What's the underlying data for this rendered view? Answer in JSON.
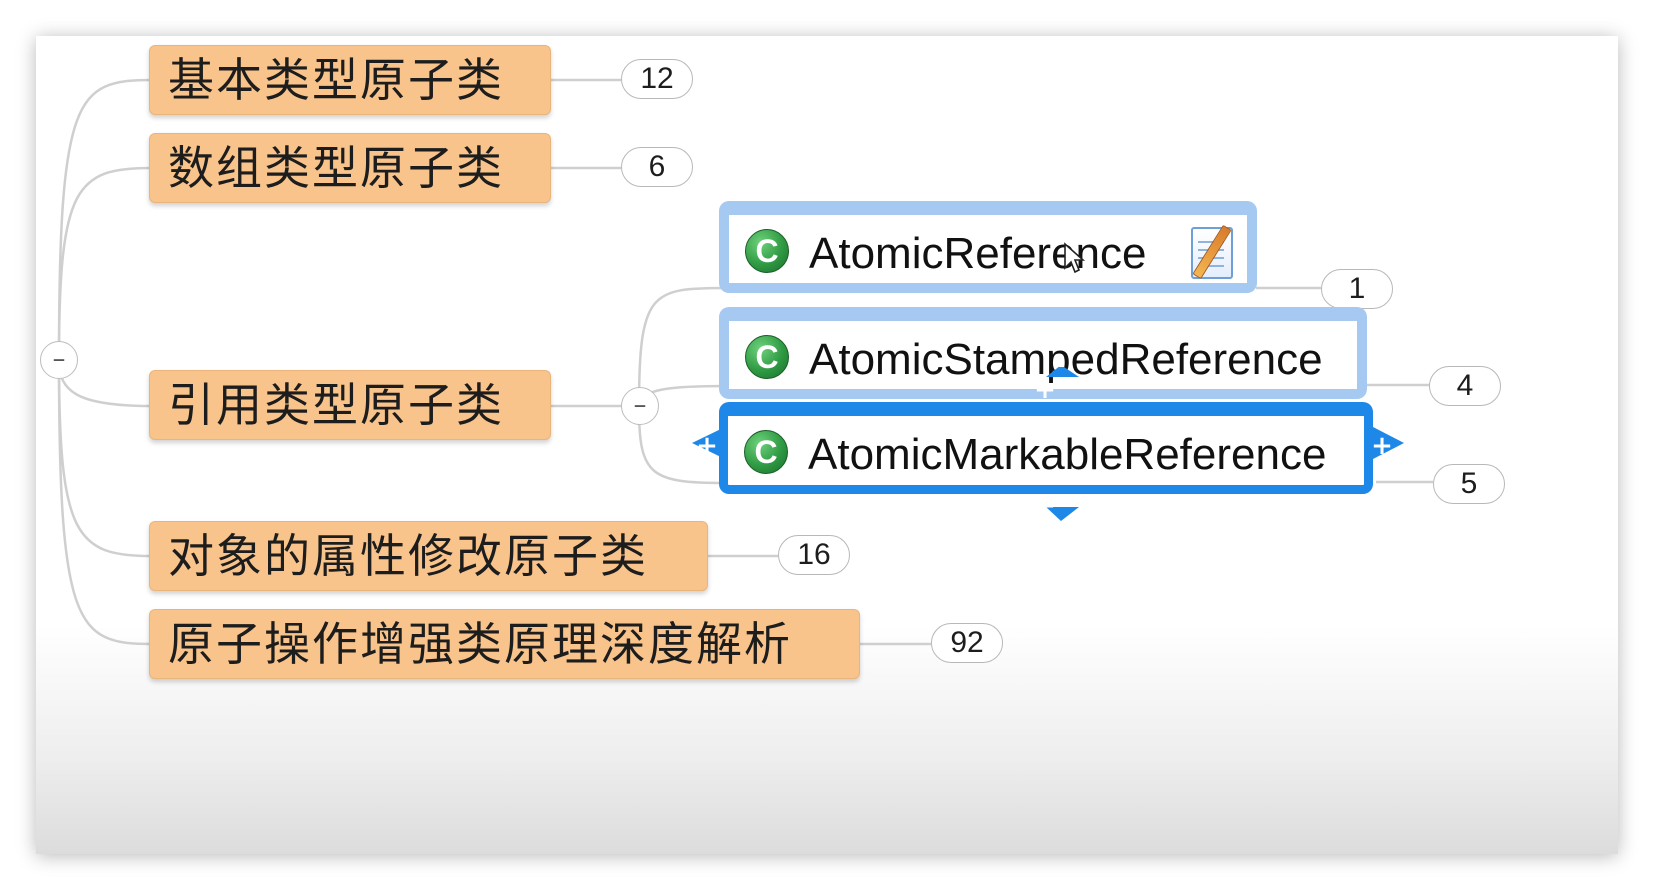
{
  "mindmap": {
    "root_collapse_symbol": "–",
    "topics": [
      {
        "label": "基本类型原子类",
        "count": "12"
      },
      {
        "label": "数组类型原子类",
        "count": "6"
      },
      {
        "label": "引用类型原子类",
        "collapse_symbol": "–"
      },
      {
        "label": "对象的属性修改原子类",
        "count": "16"
      },
      {
        "label": "原子操作增强类原理深度解析",
        "count": "92"
      }
    ],
    "subtopics": [
      {
        "label": "AtomicReference",
        "count": "1",
        "icon": "class-c-icon",
        "has_note": true,
        "note_icon": "note-pencil-icon"
      },
      {
        "label": "AtomicStampedReference",
        "count": "4",
        "icon": "class-c-icon"
      },
      {
        "label": "AtomicMarkableReference",
        "count": "5",
        "icon": "class-c-icon",
        "selected": true
      }
    ],
    "class_icon_letter": "C",
    "add_symbol": "+",
    "colors": {
      "topic_fill": "#f9c48b",
      "subtopic_border": "#a5c9f1",
      "selected_border": "#1e88e8",
      "class_icon": "#2f9a43",
      "connector": "#c8c8c8"
    }
  }
}
